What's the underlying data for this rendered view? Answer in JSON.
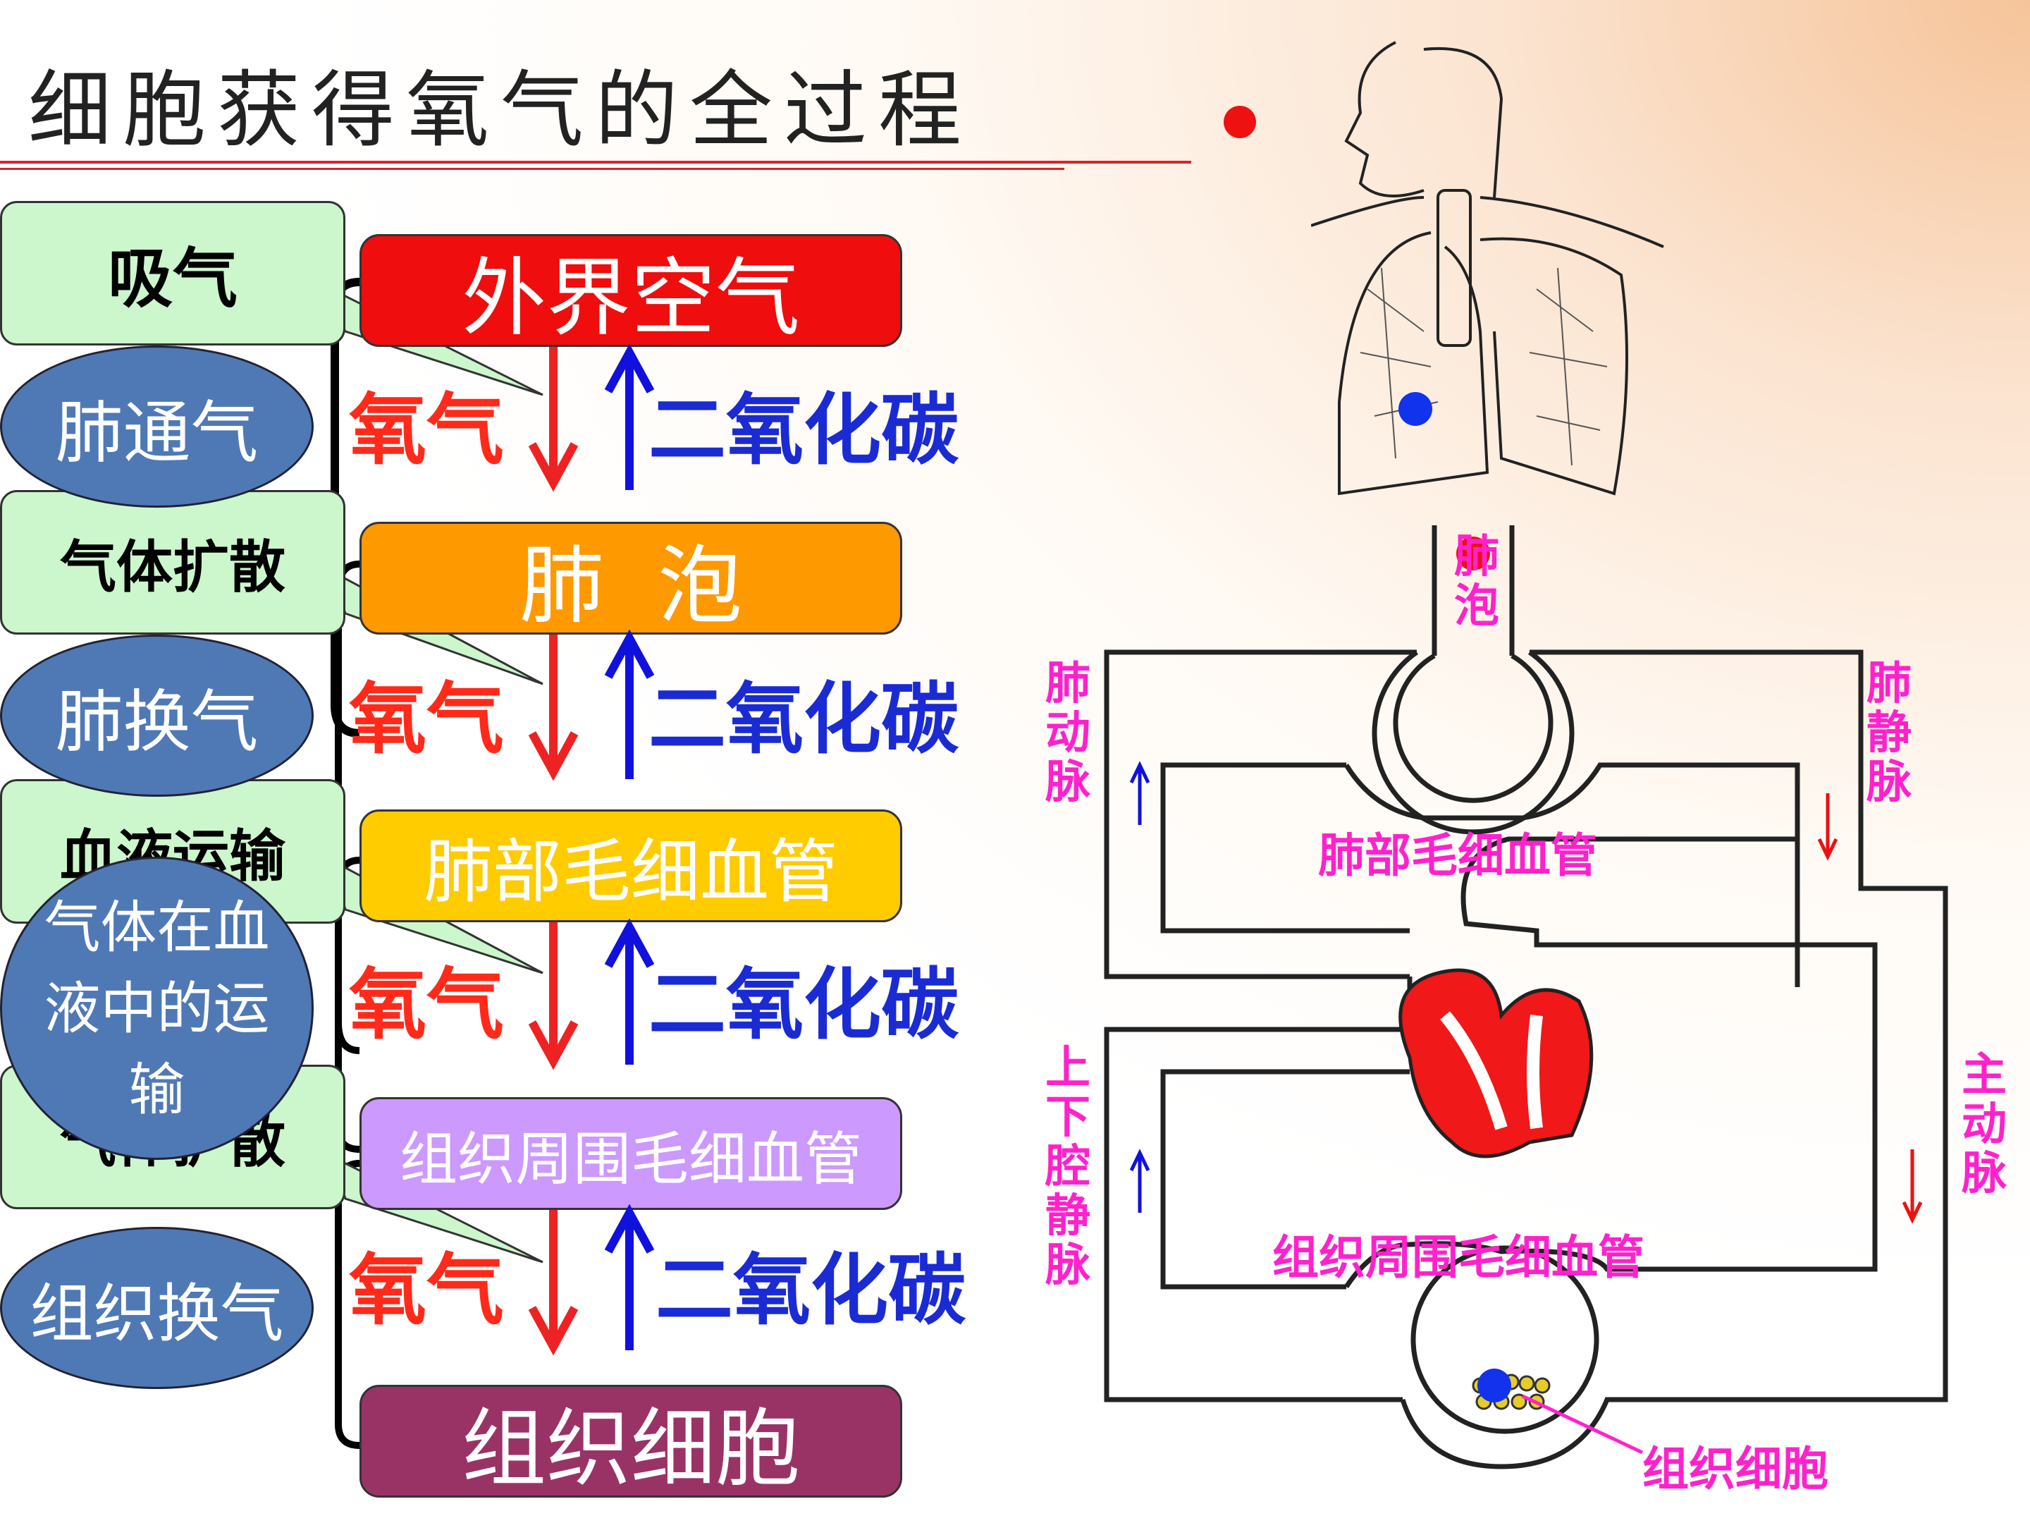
{
  "title": "细胞获得氧气的全过程",
  "left_labels": {
    "inhale": "吸气",
    "diffusion_1": "气体扩散",
    "blood_transport": "血液运输",
    "diffusion_2": "气体扩散"
  },
  "processes": {
    "lung_ventilation": "肺通气",
    "lung_exchange": "肺换气",
    "gas_transport": "气体在血液中的运输",
    "tissue_exchange": "组织换气"
  },
  "flow_boxes": [
    {
      "label": "外界空气",
      "color": "#f00d0d"
    },
    {
      "label": "肺  泡",
      "color": "#ff9900"
    },
    {
      "label": "肺部毛细血管",
      "color": "#ffcc00"
    },
    {
      "label": "组织周围毛细血管",
      "color": "#cc99ff"
    },
    {
      "label": "组织细胞",
      "color": "#993366"
    }
  ],
  "gases": {
    "oxygen": "氧气",
    "carbon_dioxide": "二氧化碳"
  },
  "circulation": {
    "alveolus": "肺泡",
    "pulmonary_artery": "肺动脉",
    "pulmonary_vein": "肺静脉",
    "pulmonary_capillary": "肺部毛细血管",
    "vena_cava": "上下腔静脉",
    "aorta": "主动脉",
    "tissue_capillary": "组织周围毛细血管",
    "tissue_cell": "组织细胞"
  },
  "colors": {
    "oxygen_arrow": "#ee2222",
    "co2_arrow": "#1111dd",
    "marker_red": "#ee1111",
    "marker_blue": "#1133ee"
  }
}
